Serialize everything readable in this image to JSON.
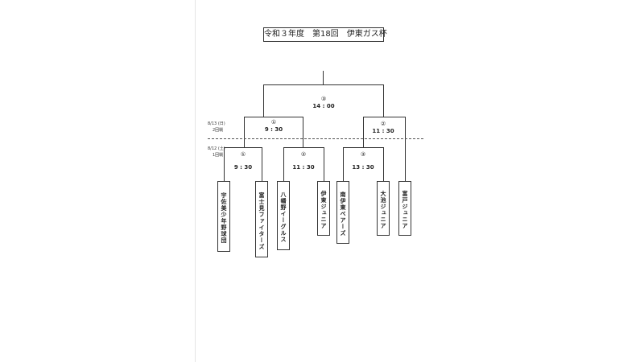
{
  "title": "令和３年度　第18回　伊東ガス杯",
  "rounds": {
    "round2_date": "8/13 (日)",
    "round2_label": "2回戦",
    "round1_date": "8/12 (土)",
    "round1_label": "1回戦"
  },
  "matches": {
    "final": {
      "num": "③",
      "time": "14 : 00"
    },
    "semi_left": {
      "num": "①",
      "time": "9 : 30"
    },
    "semi_right": {
      "num": "②",
      "time": "11 : 30"
    },
    "r1_a": {
      "num": "①",
      "time": "9 : 30"
    },
    "r1_b": {
      "num": "②",
      "time": "11 : 30"
    },
    "r1_c": {
      "num": "③",
      "time": "13 : 30"
    }
  },
  "teams": [
    "宇佐美少年野球団",
    "富士見ファイターズ",
    "八幡野イーグルス",
    "伊東ジュニア",
    "南伊東ベアーズ",
    "大池ジュニア",
    "富戸ジュニア"
  ]
}
